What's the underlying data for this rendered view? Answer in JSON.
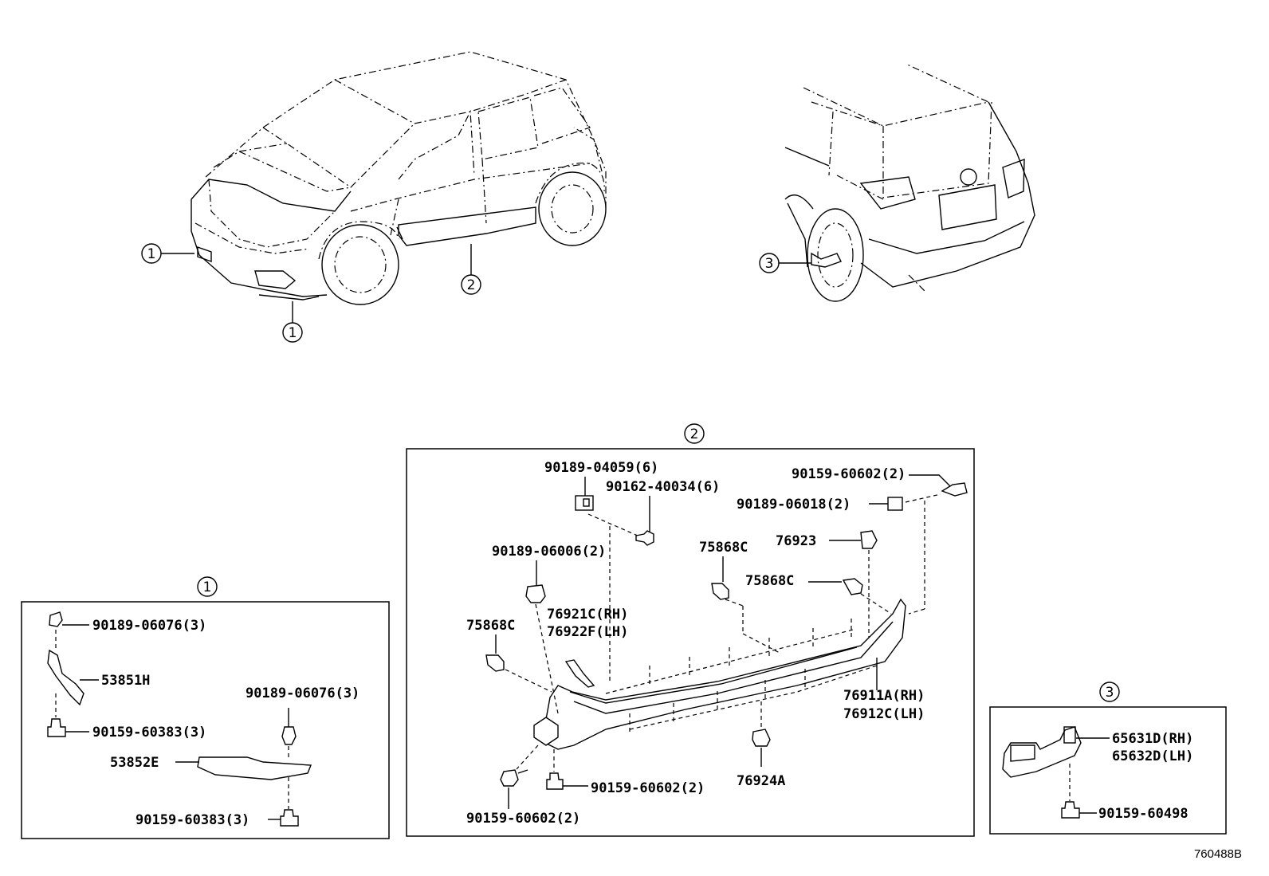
{
  "callouts": {
    "c1_front_upper": "1",
    "c1_front_lower": "1",
    "c2_side": "2",
    "c3_rear": "3",
    "box1_title": "1",
    "box2_title": "2",
    "box3_title": "3"
  },
  "box1": {
    "p1": "90189-06076(3)",
    "p2": "53851H",
    "p3": "90159-60383(3)",
    "p4": "90189-06076(3)",
    "p5": "53852E",
    "p6": "90159-60383(3)"
  },
  "box2": {
    "p1": "90189-04059(6)",
    "p2": "90162-40034(6)",
    "p3": "90159-60602(2)",
    "p4": "90189-06018(2)",
    "p5": "90189-06006(2)",
    "p6": "75868C",
    "p7": "76923",
    "p8": "75868C",
    "p9": "76921C(RH)",
    "p10": "76922F(LH)",
    "p11": "75868C",
    "p12": "76911A(RH)",
    "p13": "76912C(LH)",
    "p14": "76924A",
    "p15": "90159-60602(2)",
    "p16": "90159-60602(2)"
  },
  "box3": {
    "p1": "65631D(RH)",
    "p2": "65632D(LH)",
    "p3": "90159-60498"
  },
  "figure_code": "760488B"
}
